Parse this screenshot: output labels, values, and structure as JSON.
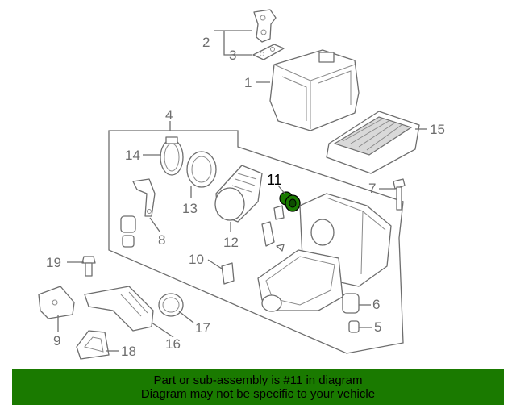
{
  "diagram": {
    "callouts": [
      {
        "id": "1",
        "text": "1"
      },
      {
        "id": "2",
        "text": "2"
      },
      {
        "id": "3",
        "text": "3"
      },
      {
        "id": "4",
        "text": "4"
      },
      {
        "id": "5",
        "text": "5"
      },
      {
        "id": "6",
        "text": "6"
      },
      {
        "id": "7",
        "text": "7"
      },
      {
        "id": "8",
        "text": "8"
      },
      {
        "id": "9",
        "text": "9"
      },
      {
        "id": "10",
        "text": "10"
      },
      {
        "id": "11",
        "text": "11"
      },
      {
        "id": "12",
        "text": "12"
      },
      {
        "id": "13",
        "text": "13"
      },
      {
        "id": "14",
        "text": "14"
      },
      {
        "id": "15",
        "text": "15"
      },
      {
        "id": "16",
        "text": "16"
      },
      {
        "id": "17",
        "text": "17"
      },
      {
        "id": "18",
        "text": "18"
      },
      {
        "id": "19",
        "text": "19"
      }
    ],
    "highlight_color": "#1a7a00",
    "highlighted_part": "11"
  },
  "banner": {
    "line1": "Part or sub-assembly is #11 in diagram",
    "line2": "Diagram may not be specific to your vehicle",
    "background": "#1a7a00"
  }
}
